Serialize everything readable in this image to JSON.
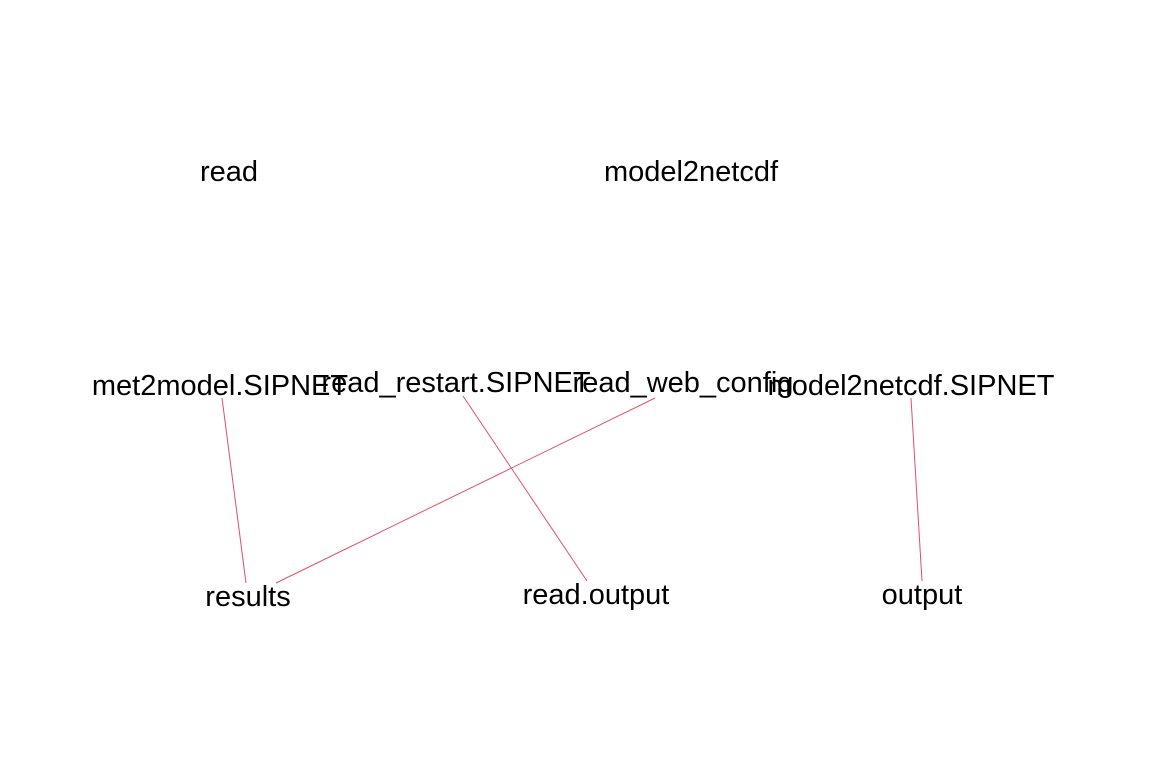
{
  "diagram": {
    "edge_color": "#e0506c",
    "nodes": {
      "read": "read",
      "model2netcdf": "model2netcdf",
      "met2model_sipnet": "met2model.SIPNET",
      "read_restart_sipnet": "read_restart.SIPNET",
      "read_web_config": "read_web_config",
      "model2netcdf_sipnet": "model2netcdf.SIPNET",
      "results": "results",
      "read_output": "read.output",
      "output": "output"
    },
    "edges": [
      {
        "from": "met2model.SIPNET",
        "to": "results"
      },
      {
        "from": "read_web_config",
        "to": "results"
      },
      {
        "from": "read_restart.SIPNET",
        "to": "read.output"
      },
      {
        "from": "model2netcdf.SIPNET",
        "to": "output"
      }
    ]
  }
}
